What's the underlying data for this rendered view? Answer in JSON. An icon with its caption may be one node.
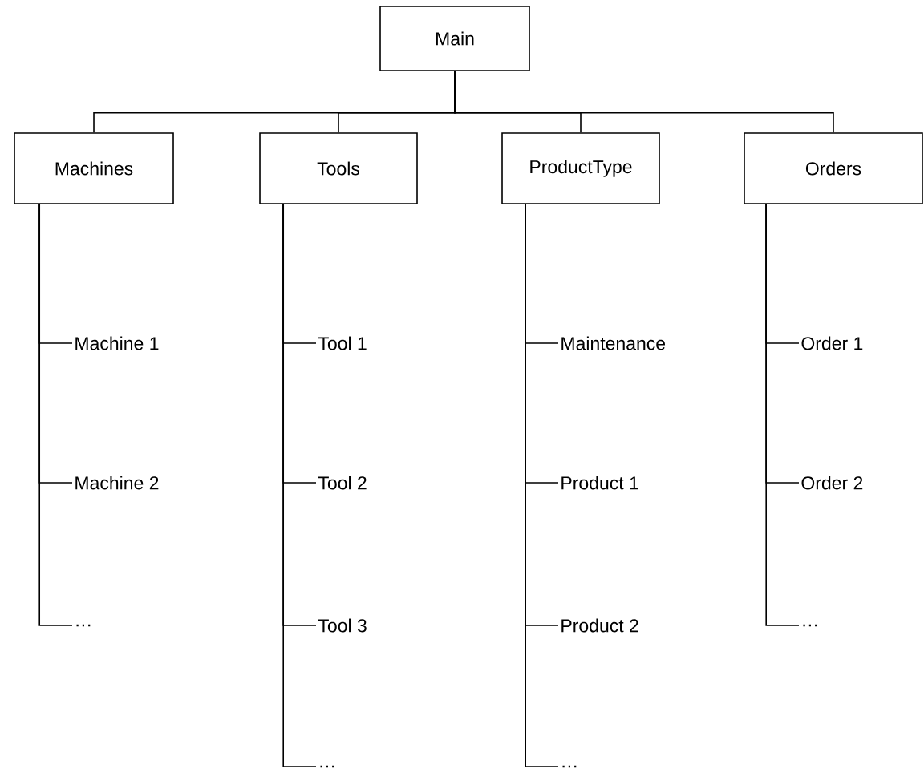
{
  "diagram": {
    "nodes": [
      {
        "text": [
          "Main"
        ]
      },
      {
        "text": [
          "Machines"
        ]
      },
      {
        "text": [
          "Tools"
        ]
      },
      {
        "text": [
          "ProductType"
        ]
      },
      {
        "text": [
          "Orders"
        ]
      },
      {
        "text": [
          "Machine 1"
        ]
      },
      {
        "text": [
          "Machine 2"
        ]
      },
      {
        "text": [
          "…"
        ]
      },
      {
        "text": [
          "Tool 1"
        ]
      },
      {
        "text": [
          "Tool 2"
        ]
      },
      {
        "text": [
          "Tool 3"
        ]
      },
      {
        "text": [
          "…"
        ]
      },
      {
        "text": [
          "Maintenance"
        ]
      },
      {
        "text": [
          "Product 1"
        ]
      },
      {
        "text": [
          "Product 2"
        ]
      },
      {
        "text": [
          "…"
        ]
      },
      {
        "text": [
          "Order 1"
        ]
      },
      {
        "text": [
          "Order 2"
        ]
      },
      {
        "text": [
          "…"
        ]
      }
    ],
    "edges": [
      {
        "from": 0,
        "to": 1,
        "arrow": "none"
      },
      {
        "from": 0,
        "to": 2,
        "arrow": "none"
      },
      {
        "from": 0,
        "to": 3,
        "arrow": "none"
      },
      {
        "from": 0,
        "to": 4,
        "arrow": "none"
      },
      {
        "from": 1,
        "to": 5,
        "arrow": "none"
      },
      {
        "from": 1,
        "to": 6,
        "arrow": "none"
      },
      {
        "from": 1,
        "to": 7,
        "arrow": "none"
      },
      {
        "from": 2,
        "to": 8,
        "arrow": "none"
      },
      {
        "from": 2,
        "to": 9,
        "arrow": "none"
      },
      {
        "from": 2,
        "to": 10,
        "arrow": "none"
      },
      {
        "from": 2,
        "to": 11,
        "arrow": "none"
      },
      {
        "from": 3,
        "to": 12,
        "arrow": "none"
      },
      {
        "from": 3,
        "to": 13,
        "arrow": "none"
      },
      {
        "from": 3,
        "to": 14,
        "arrow": "none"
      },
      {
        "from": 3,
        "to": 15,
        "arrow": "none"
      },
      {
        "from": 4,
        "to": 16,
        "arrow": "none"
      },
      {
        "from": 4,
        "to": 17,
        "arrow": "none"
      },
      {
        "from": 4,
        "to": 18,
        "arrow": "none"
      }
    ]
  }
}
